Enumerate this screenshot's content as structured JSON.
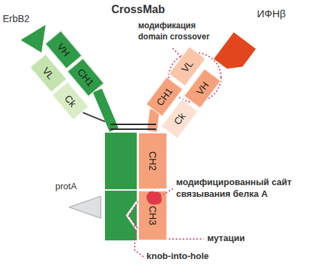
{
  "diagram": {
    "title": "CrossMab",
    "nodes": [
      {
        "text": [
          "VH"
        ]
      },
      {
        "text": [
          "CH1"
        ]
      },
      {
        "text": [
          "VL"
        ]
      },
      {
        "text": [
          "Ck"
        ]
      },
      {
        "text": [
          "CH1"
        ]
      },
      {
        "text": [
          "VL"
        ]
      },
      {
        "text": [
          "Ck"
        ]
      },
      {
        "text": [
          "VH"
        ]
      },
      {
        "text": [
          "CH2"
        ]
      },
      {
        "text": [
          "CH3"
        ]
      }
    ],
    "labels": [
      "ErbB2",
      "ИФНβ",
      "модификация domain crossover",
      "protA",
      "модифицированный сайт связывания белка А",
      "мутации",
      "knob-into-hole"
    ]
  }
}
